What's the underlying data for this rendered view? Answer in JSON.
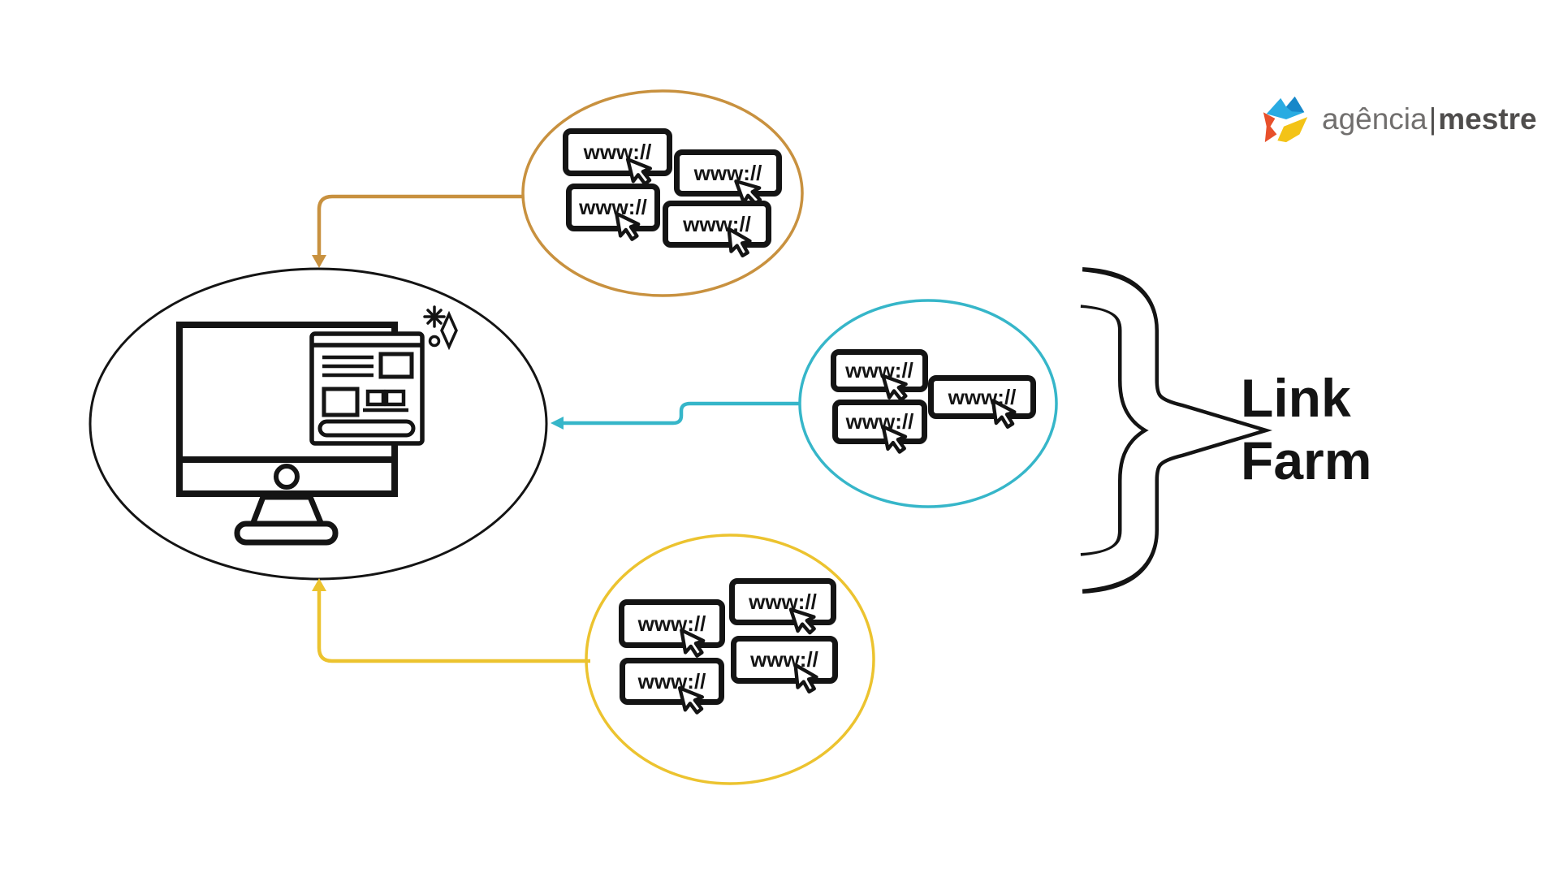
{
  "diagram": {
    "url_label": "www://",
    "title_label": {
      "line1": "Link",
      "line2": "Farm"
    },
    "brand": {
      "left": "agência",
      "separator": "|",
      "right": "mestre"
    },
    "colors": {
      "cluster_top": "#C8913F",
      "cluster_middle": "#36B6C9",
      "cluster_bottom": "#ECC32F",
      "outline": "#141414",
      "brand_left_color": "#716F6E",
      "brand_right_color": "#4F4D4C",
      "logo_cyan": "#29ABE2",
      "logo_red": "#E8502B",
      "logo_yellow": "#F3C317"
    },
    "clusters": [
      {
        "id": "top",
        "link_count": 4
      },
      {
        "id": "middle",
        "link_count": 3
      },
      {
        "id": "bottom",
        "link_count": 4
      }
    ]
  }
}
